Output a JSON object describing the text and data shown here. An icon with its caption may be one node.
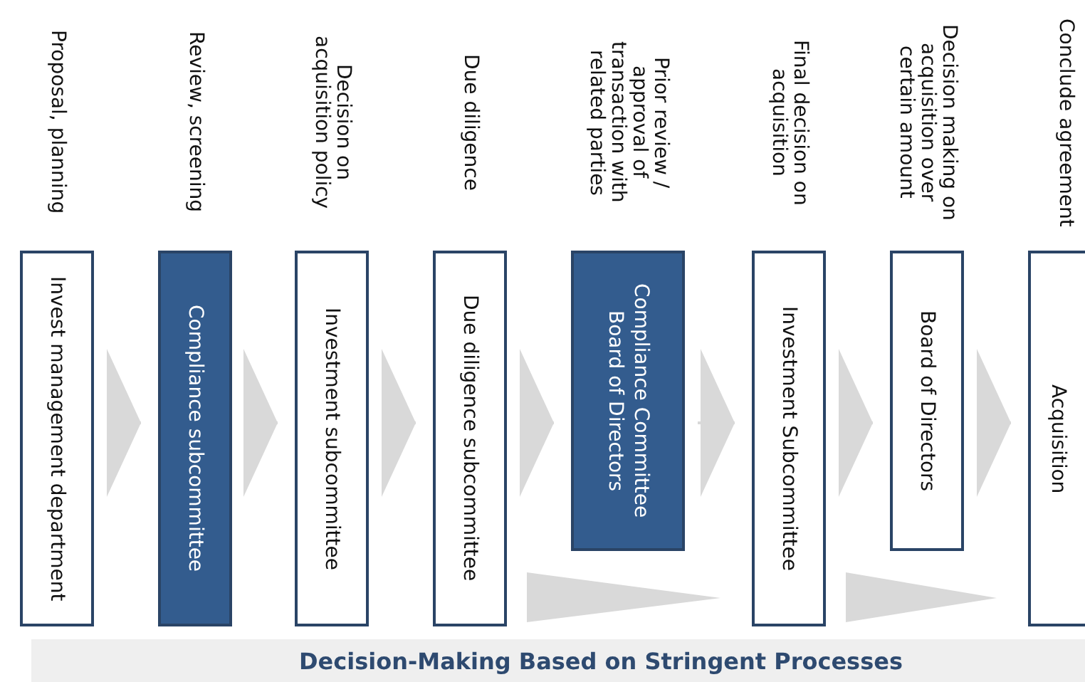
{
  "diagram": {
    "title": "Decision-Making Based on Stringent Processes",
    "nodes": [
      {
        "text": [
          "Invest management department"
        ],
        "beside": [
          "Proposal, planning"
        ]
      },
      {
        "text": [
          "Compliance subcommittee"
        ],
        "beside": [
          "Review, screening"
        ]
      },
      {
        "text": [
          "Investment subcommittee"
        ],
        "beside": [
          "Decision on acquisition policy"
        ]
      },
      {
        "text": [
          "Due diligence subcommittee"
        ],
        "beside": [
          "Due diligence"
        ]
      },
      {
        "text": [
          "Compliance Committee",
          "Board of Directors"
        ],
        "beside": [
          "Prior review / approval of transaction with related parties"
        ]
      },
      {
        "text": [
          "Investment Subcommittee"
        ],
        "beside": [
          "Final decision on acquisition"
        ]
      },
      {
        "text": [
          "Board of Directors"
        ],
        "beside": [
          "Decision making on acquisition over certain amount"
        ]
      },
      {
        "text": [
          "Acquisition"
        ],
        "beside": [
          "Conclude agreement"
        ]
      }
    ],
    "edges": [
      {
        "from": 0,
        "to": 1,
        "arrow": "to"
      },
      {
        "from": 1,
        "to": 2,
        "arrow": "to"
      },
      {
        "from": 2,
        "to": 3,
        "arrow": "to"
      },
      {
        "from": 3,
        "to": 4,
        "arrow": "to"
      },
      {
        "from": 4,
        "to": 5,
        "arrow": "to"
      },
      {
        "from": 5,
        "to": 6,
        "arrow": "to"
      },
      {
        "from": 6,
        "to": 7,
        "arrow": "to"
      },
      {
        "from": 3,
        "to": 5,
        "arrow": "to",
        "style": "thick"
      },
      {
        "from": 5,
        "to": 7,
        "arrow": "to",
        "style": "thick"
      }
    ]
  }
}
